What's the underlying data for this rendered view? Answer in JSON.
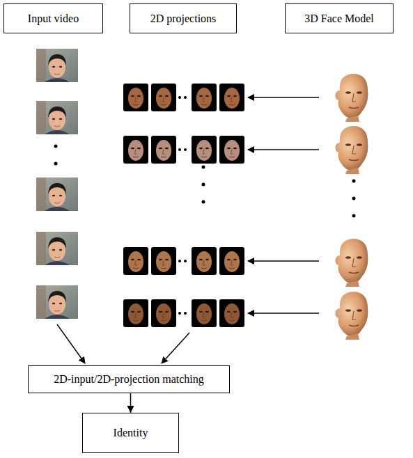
{
  "diagram": {
    "nodes": [
      {
        "text": [
          "Input video"
        ]
      },
      {
        "text": [
          "2D projections"
        ]
      },
      {
        "text": [
          "3D Face Model"
        ]
      },
      {
        "text": [
          "2D-input/2D-projection matching"
        ]
      },
      {
        "text": [
          "Identity"
        ]
      }
    ],
    "edges": [
      {
        "from": 3,
        "to": 4,
        "arrow": "to"
      }
    ]
  }
}
